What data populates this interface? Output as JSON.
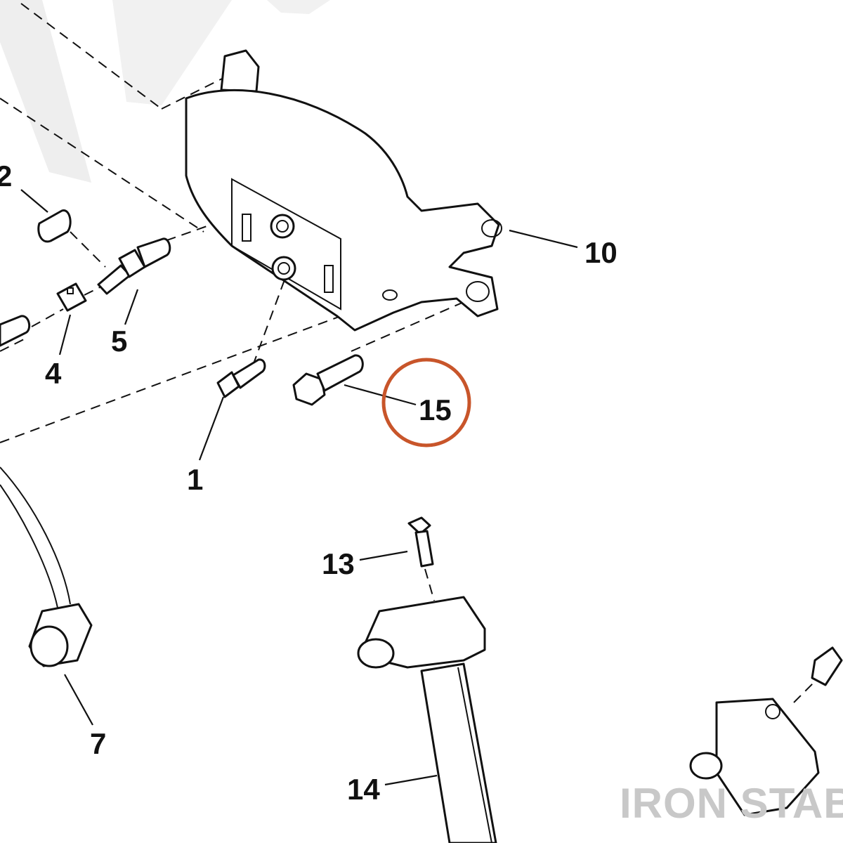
{
  "diagram": {
    "callouts": [
      {
        "id": "c2",
        "label": "2"
      },
      {
        "id": "c10",
        "label": "10"
      },
      {
        "id": "c5",
        "label": "5"
      },
      {
        "id": "c4",
        "label": "4"
      },
      {
        "id": "c15",
        "label": "15"
      },
      {
        "id": "c1",
        "label": "1"
      },
      {
        "id": "c13",
        "label": "13"
      },
      {
        "id": "c7",
        "label": "7"
      },
      {
        "id": "c14",
        "label": "14"
      }
    ],
    "highlight": {
      "callout": "15",
      "color": "#c8552a"
    },
    "watermark": "IRON STABLE"
  }
}
